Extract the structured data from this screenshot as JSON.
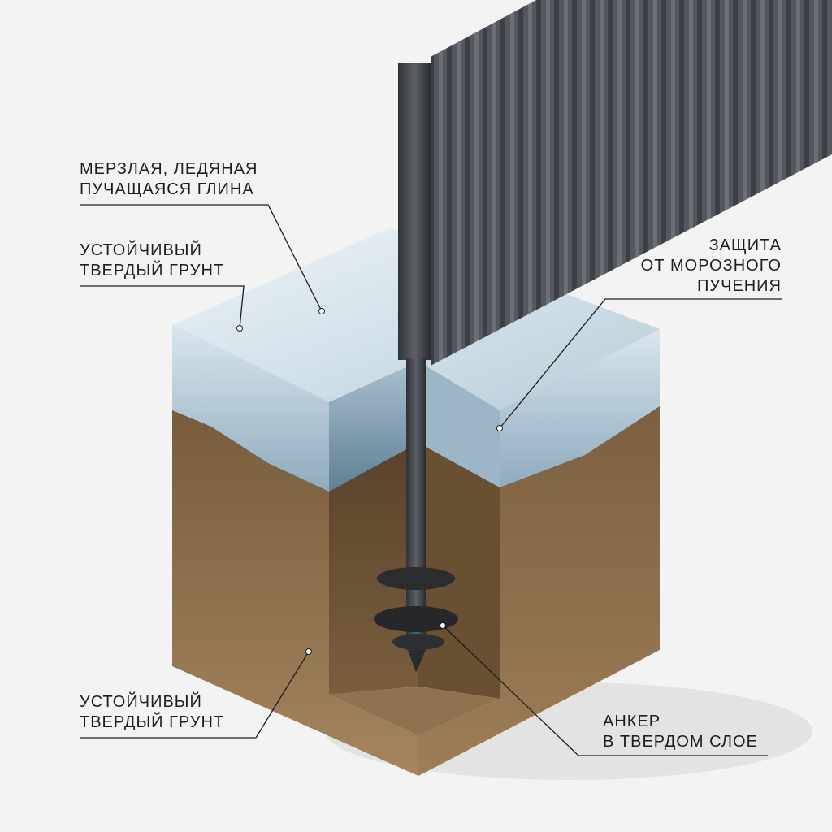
{
  "labels": {
    "frozen_clay": {
      "line1": "МЕРЗЛАЯ, ЛЕДЯНАЯ",
      "line2": "ПУЧАЩАЯСЯ ГЛИНА"
    },
    "stable_soil_top": {
      "line1": "УСТОЙЧИВЫЙ",
      "line2": "ТВЕРДЫЙ ГРУНТ"
    },
    "frost_protection": {
      "line1": "ЗАЩИТА",
      "line2": "ОТ МОРОЗНОГО",
      "line3": "ПУЧЕНИЯ"
    },
    "stable_soil_bottom": {
      "line1": "УСТОЙЧИВЫЙ",
      "line2": "ТВЕРДЫЙ ГРУНТ"
    },
    "anchor": {
      "line1": "АНКЕР",
      "line2": "В ТВЕРДОМ СЛОЕ"
    }
  },
  "colors": {
    "background": "#f3f3f3",
    "ice": "#c9dbe4",
    "soil": "#8a6a46",
    "metal": "#4a4d52",
    "text": "#1e1e1e"
  }
}
